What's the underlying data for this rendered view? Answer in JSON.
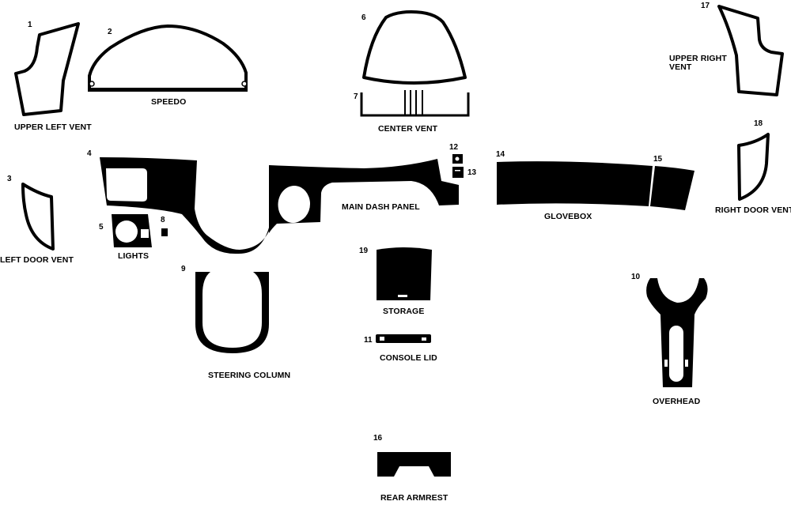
{
  "diagram": {
    "ink_color": "#000000",
    "background": "#ffffff",
    "parts": [
      {
        "num": "1",
        "group": "UPPER LEFT VENT"
      },
      {
        "num": "2",
        "group": "SPEEDO"
      },
      {
        "num": "3",
        "group": "LEFT DOOR VENT"
      },
      {
        "num": "4",
        "group": "MAIN DASH PANEL"
      },
      {
        "num": "5",
        "group": "LIGHTS"
      },
      {
        "num": "6",
        "group": "CENTER VENT"
      },
      {
        "num": "7",
        "group": "CENTER VENT"
      },
      {
        "num": "8",
        "group": "LIGHTS"
      },
      {
        "num": "9",
        "group": "STEERING COLUMN"
      },
      {
        "num": "10",
        "group": "OVERHEAD"
      },
      {
        "num": "11",
        "group": "CONSOLE LID"
      },
      {
        "num": "12",
        "group": "MAIN DASH PANEL"
      },
      {
        "num": "13",
        "group": "MAIN DASH PANEL"
      },
      {
        "num": "14",
        "group": "GLOVEBOX"
      },
      {
        "num": "15",
        "group": "GLOVEBOX"
      },
      {
        "num": "16",
        "group": "REAR ARMREST"
      },
      {
        "num": "17",
        "group": "UPPER RIGHT VENT"
      },
      {
        "num": "18",
        "group": "RIGHT DOOR VENT"
      },
      {
        "num": "19",
        "group": "STORAGE"
      }
    ],
    "labels": {
      "upper_left_vent": "UPPER LEFT VENT",
      "speedo": "SPEEDO",
      "center_vent": "CENTER VENT",
      "upper_right_vent_line1": "UPPER RIGHT",
      "upper_right_vent_line2": "VENT",
      "left_door_vent": "LEFT DOOR VENT",
      "lights": "LIGHTS",
      "main_dash_panel": "MAIN DASH PANEL",
      "glovebox": "GLOVEBOX",
      "right_door_vent": "RIGHT DOOR VENT",
      "steering_column": "STEERING COLUMN",
      "storage": "STORAGE",
      "console_lid": "CONSOLE LID",
      "overhead": "OVERHEAD",
      "rear_armrest": "REAR ARMREST"
    }
  }
}
